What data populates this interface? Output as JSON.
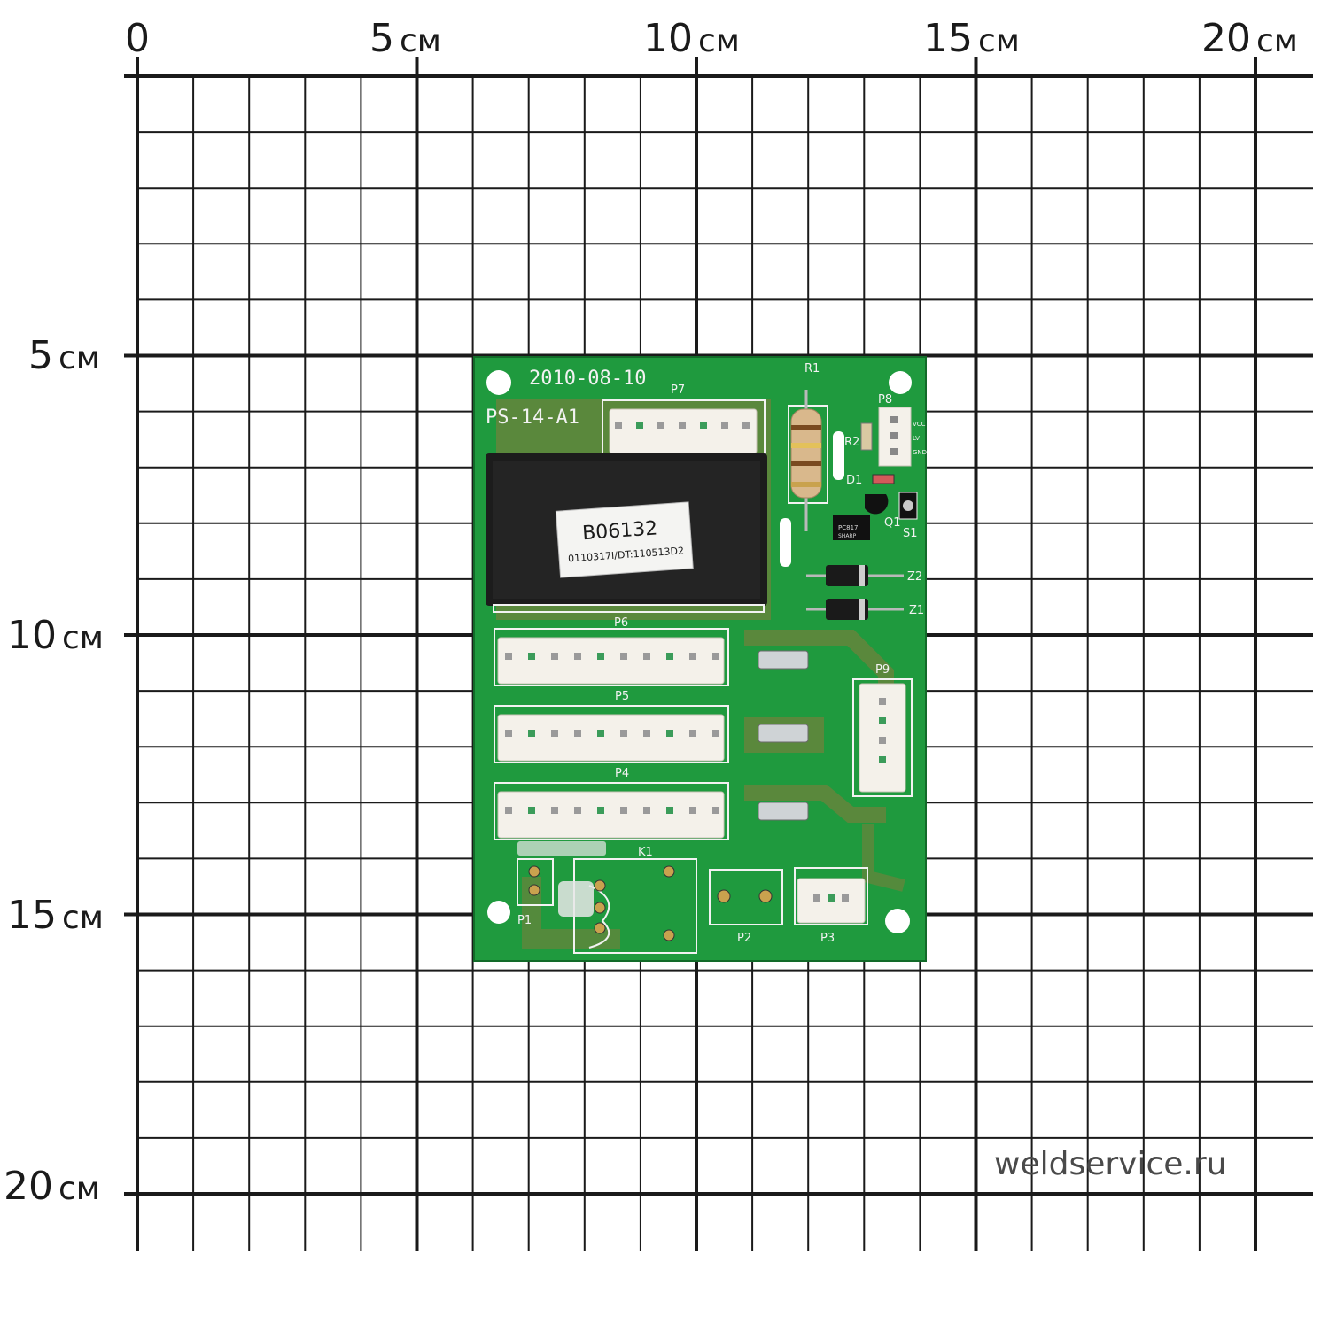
{
  "ruler": {
    "x_labels": [
      {
        "num": "0",
        "unit": ""
      },
      {
        "num": "5",
        "unit": "см"
      },
      {
        "num": "10",
        "unit": "см"
      },
      {
        "num": "15",
        "unit": "см"
      },
      {
        "num": "20",
        "unit": "см"
      }
    ],
    "y_labels": [
      {
        "num": "5",
        "unit": "см"
      },
      {
        "num": "10",
        "unit": "см"
      },
      {
        "num": "15",
        "unit": "см"
      },
      {
        "num": "20",
        "unit": "см"
      }
    ]
  },
  "watermark": "weldservice.ru",
  "board": {
    "date_code": "2010-08-10",
    "model": "PS-14-A1",
    "sticker_code": "B06132",
    "sticker_sub": "0110317I/DT:110513D2",
    "optocoupler_text": "PC817",
    "optocoupler_brand": "SHARP",
    "designators": {
      "p7": "P7",
      "r1": "R1",
      "p8": "P8",
      "r2": "R2",
      "d1": "D1",
      "q1": "Q1",
      "s1": "S1",
      "z2": "Z2",
      "z1": "Z1",
      "p6": "P6",
      "p5": "P5",
      "p4": "P4",
      "p9": "P9",
      "k1": "K1",
      "p1": "P1",
      "p2": "P2",
      "p3": "P3"
    },
    "p8_pins": [
      "VCC",
      "LV",
      "GND"
    ]
  },
  "colors": {
    "grid": "#1a1a1a",
    "pcb_green": "#1f9a3e",
    "silkscreen": "#f2f2f2",
    "transformer": "#1c1c1c",
    "connector": "#f4f1ea"
  }
}
